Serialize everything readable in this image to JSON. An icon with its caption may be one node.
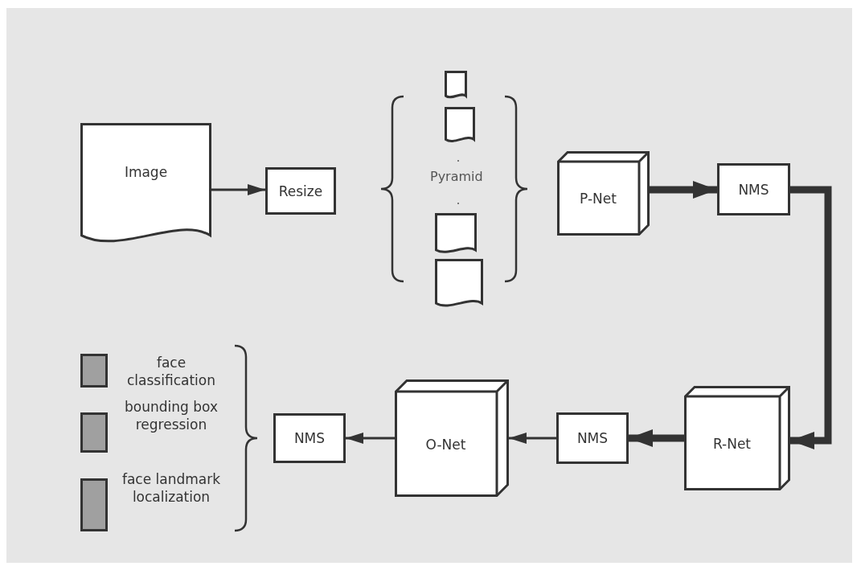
{
  "diagram": {
    "nodes": [
      {
        "text": [
          "Image"
        ]
      },
      {
        "text": [
          "Resize"
        ]
      },
      {
        "text": [],
        "shape": "document"
      },
      {
        "text": [],
        "shape": "document"
      },
      {
        "text": [],
        "shape": "document"
      },
      {
        "text": [],
        "shape": "document"
      },
      {
        "text": [
          "P-Net"
        ]
      },
      {
        "text": [
          "NMS"
        ]
      },
      {
        "text": [
          "R-Net"
        ]
      },
      {
        "text": [
          "NMS"
        ]
      },
      {
        "text": [
          "O-Net"
        ]
      },
      {
        "text": [
          "NMS"
        ]
      }
    ],
    "edges": [
      {
        "from": 0,
        "to": 1,
        "arrow": "to"
      },
      {
        "from": 6,
        "to": 7,
        "arrow": "to",
        "style": "thick"
      },
      {
        "from": 7,
        "to": 8,
        "arrow": "to",
        "style": "thick"
      },
      {
        "from": 8,
        "to": 9,
        "arrow": "to",
        "style": "thick"
      },
      {
        "from": 9,
        "to": 10,
        "arrow": "to"
      },
      {
        "from": 10,
        "to": 11,
        "arrow": "to"
      }
    ],
    "labels": [
      "Pyramid"
    ],
    "legend": [
      {
        "text": "face classification",
        "color": "#a0a0a0"
      },
      {
        "text": "bounding box regression",
        "color": "#a0a0a0"
      },
      {
        "text": "face landmark localization",
        "color": "#a0a0a0"
      }
    ]
  }
}
